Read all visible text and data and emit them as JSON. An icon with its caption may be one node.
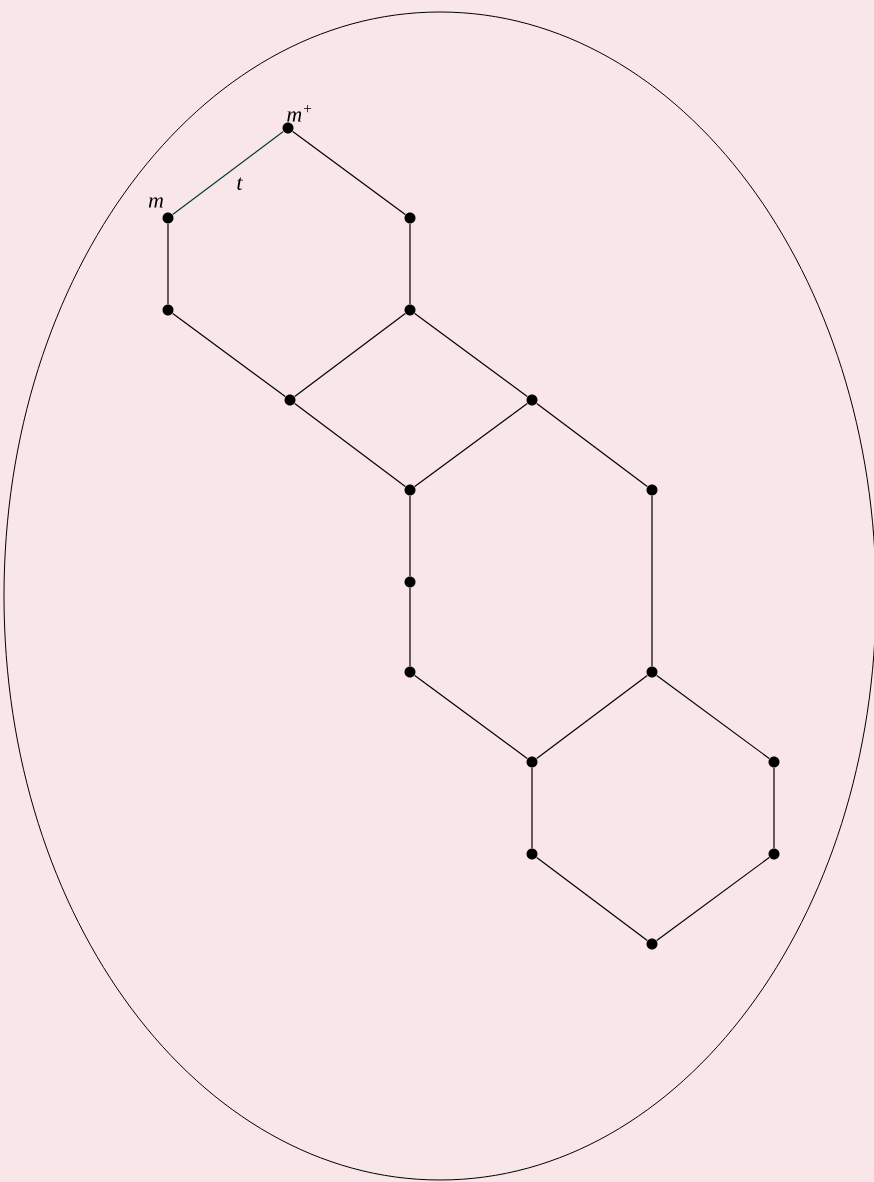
{
  "diagram": {
    "nodes": [
      {
        "text": [],
        "shape": "dot",
        "beside": [
          "m$^{+}$"
        ]
      },
      {
        "text": [],
        "shape": "dot",
        "beside": [
          "m"
        ]
      },
      {
        "text": [],
        "shape": "dot"
      },
      {
        "text": [],
        "shape": "dot"
      },
      {
        "text": [],
        "shape": "dot"
      },
      {
        "text": [],
        "shape": "dot"
      },
      {
        "text": [],
        "shape": "dot"
      },
      {
        "text": [],
        "shape": "dot"
      },
      {
        "text": [],
        "shape": "dot"
      },
      {
        "text": [],
        "shape": "dot"
      },
      {
        "text": [],
        "shape": "dot"
      },
      {
        "text": [],
        "shape": "dot"
      },
      {
        "text": [],
        "shape": "dot"
      },
      {
        "text": [],
        "shape": "dot"
      },
      {
        "text": [],
        "shape": "dot"
      },
      {
        "text": [],
        "shape": "dot"
      },
      {
        "text": [],
        "shape": "dot"
      }
    ],
    "edges": [
      {
        "from": 1,
        "to": 0,
        "arrow": "none",
        "label": "t",
        "color": "#003c3c"
      },
      {
        "from": 0,
        "to": 2,
        "arrow": "none"
      },
      {
        "from": 2,
        "to": 4,
        "arrow": "none"
      },
      {
        "from": 1,
        "to": 3,
        "arrow": "none"
      },
      {
        "from": 3,
        "to": 5,
        "arrow": "none"
      },
      {
        "from": 5,
        "to": 4,
        "arrow": "none"
      },
      {
        "from": 4,
        "to": 6,
        "arrow": "none"
      },
      {
        "from": 5,
        "to": 7,
        "arrow": "none"
      },
      {
        "from": 6,
        "to": 7,
        "arrow": "none"
      },
      {
        "from": 6,
        "to": 8,
        "arrow": "none"
      },
      {
        "from": 7,
        "to": 9,
        "arrow": "none"
      },
      {
        "from": 9,
        "to": 10,
        "arrow": "none"
      },
      {
        "from": 8,
        "to": 11,
        "arrow": "none"
      },
      {
        "from": 10,
        "to": 12,
        "arrow": "none"
      },
      {
        "from": 11,
        "to": 12,
        "arrow": "none"
      },
      {
        "from": 11,
        "to": 13,
        "arrow": "none"
      },
      {
        "from": 12,
        "to": 14,
        "arrow": "none"
      },
      {
        "from": 13,
        "to": 15,
        "arrow": "none"
      },
      {
        "from": 14,
        "to": 16,
        "arrow": "none"
      },
      {
        "from": 15,
        "to": 16,
        "arrow": "none"
      }
    ]
  }
}
